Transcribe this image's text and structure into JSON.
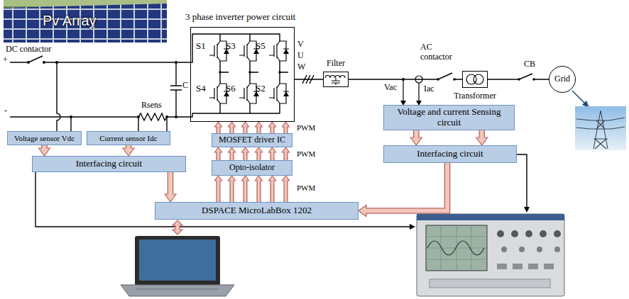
{
  "diagram": {
    "nodes": [
      {
        "text": [
          "Pv Array"
        ]
      },
      {
        "text": [
          "3 phase inverter power circuit"
        ]
      },
      {
        "text": [
          "Filter"
        ]
      },
      {
        "text": [
          "Transformer"
        ]
      },
      {
        "text": [
          "Grid"
        ]
      },
      {
        "text": [
          "Voltage sensor Vdc"
        ]
      },
      {
        "text": [
          "Current sensor Idc"
        ]
      },
      {
        "text": [
          "Interfacing circuit"
        ]
      },
      {
        "text": [
          "MOSFET driver IC"
        ]
      },
      {
        "text": [
          "Opto-isolator"
        ]
      },
      {
        "text": [
          "DSPACE MicroLabBox 1202"
        ]
      },
      {
        "text": [
          "Voltage and current Sensing circuit"
        ]
      },
      {
        "text": [
          "Interfacing circuit"
        ]
      }
    ],
    "edges": [
      {
        "from": 1,
        "to": 2,
        "arrow": "none"
      },
      {
        "from": 2,
        "to": 3,
        "arrow": "none"
      },
      {
        "from": 3,
        "to": 4,
        "arrow": "none"
      },
      {
        "from": 5,
        "to": 7,
        "arrow": "to"
      },
      {
        "from": 6,
        "to": 7,
        "arrow": "to"
      },
      {
        "from": 7,
        "to": 10,
        "arrow": "to"
      },
      {
        "from": 10,
        "to": 9,
        "label": "PWM",
        "arrow": "to"
      },
      {
        "from": 9,
        "to": 8,
        "label": "PWM",
        "arrow": "to"
      },
      {
        "from": 8,
        "to": 1,
        "label": "PWM",
        "arrow": "to"
      },
      {
        "from": 11,
        "to": 12,
        "arrow": "to"
      },
      {
        "from": 12,
        "to": 10,
        "arrow": "to"
      }
    ],
    "labels": [
      "DC contactor",
      "+",
      "-",
      "Rsens",
      "C",
      "S1",
      "S3",
      "S5",
      "S4",
      "S6",
      "S2",
      "V",
      "U",
      "W",
      "Vac",
      "Iac",
      "AC contactor",
      "CB"
    ]
  }
}
